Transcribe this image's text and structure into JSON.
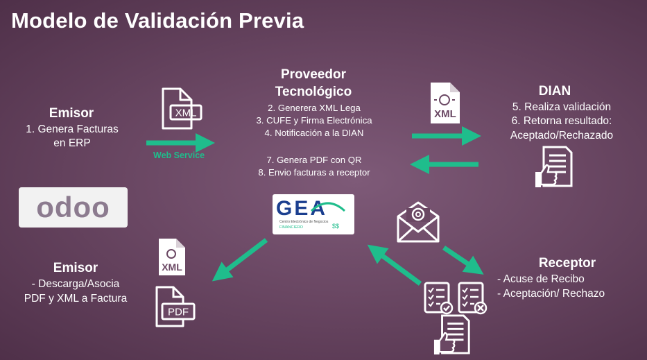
{
  "title": "Modelo de Validación Previa",
  "emisor_top": {
    "heading": "Emisor",
    "lines": [
      "1. Genera Facturas",
      "en ERP"
    ]
  },
  "web_service_label": "Web Service",
  "proveedor": {
    "heading_1": "Proveedor",
    "heading_2": "Tecnológico",
    "lines_a": [
      "2. Generera XML Lega",
      "3. CUFE y Firma Electrónica",
      "4. Notificación a la DIAN"
    ],
    "lines_b": [
      "7. Genera PDF con QR",
      "8. Envio facturas a receptor"
    ]
  },
  "dian": {
    "heading": "DIAN",
    "lines": [
      "5. Realiza validación",
      "6. Retorna resultado:",
      "Aceptado/Rechazado"
    ]
  },
  "emisor_bottom": {
    "heading": "Emisor",
    "lines": [
      "- Descarga/Asocia",
      "PDF y XML a Factura"
    ]
  },
  "receptor": {
    "heading": "Receptor",
    "lines": [
      "- Acuse de Recibo",
      "- Aceptación/ Rechazo"
    ]
  },
  "logos": {
    "odoo": "odoo",
    "gea_main": "GEA",
    "gea_sub": "Centro Electrónico de Negocios",
    "gea_sub2": "FINANCIERO",
    "gea_sym": "$$"
  },
  "file_labels": {
    "xml": "XML",
    "pdf": "PDF"
  },
  "colors": {
    "arrow": "#1fbd8c",
    "background": "#6a4763",
    "icon_stroke": "#ffffff",
    "gea_blue": "#1b3f8f",
    "gea_green": "#1fbd8c"
  },
  "icons": [
    "xml-file-icon",
    "pdf-file-icon",
    "document-thumbs-up-icon",
    "envelope-at-icon",
    "checklist-check-icon",
    "checklist-cancel-icon"
  ]
}
